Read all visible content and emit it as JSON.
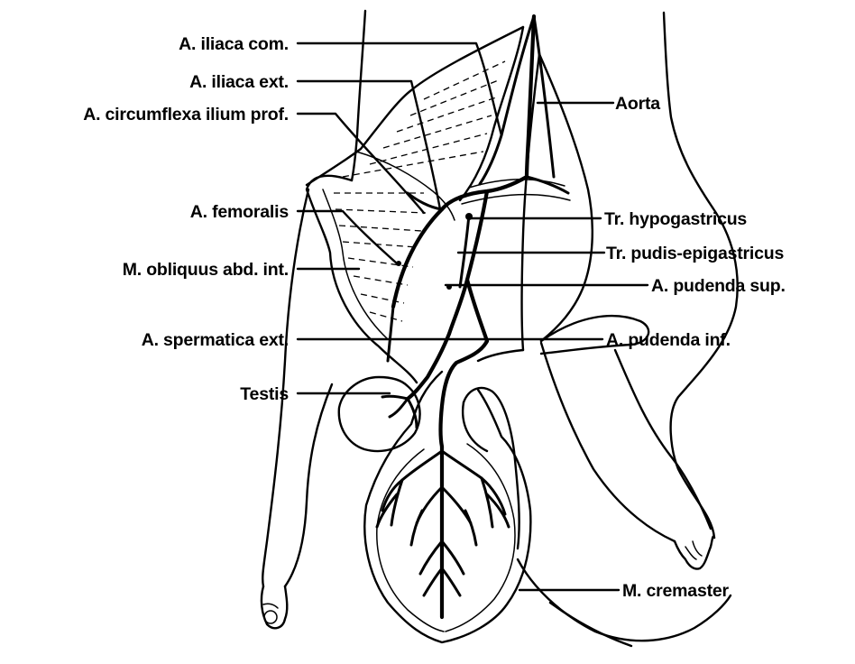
{
  "labels": {
    "iliaca_com": "A. iliaca com.",
    "iliaca_ext": "A. iliaca ext.",
    "circumflexa": "A. circumflexa ilium prof.",
    "femoralis": "A. femoralis",
    "obliquus": "M. obliquus abd. int.",
    "spermatica": "A. spermatica ext.",
    "testis": "Testis",
    "aorta": "Aorta",
    "hypogastricus": "Tr. hypogastricus",
    "pudis_epigastricus": "Tr. pudis-epigastricus",
    "pudenda_sup": "A. pudenda sup.",
    "pudenda_inf": "A. pudenda  inf.",
    "cremaster": "M. cremaster"
  }
}
